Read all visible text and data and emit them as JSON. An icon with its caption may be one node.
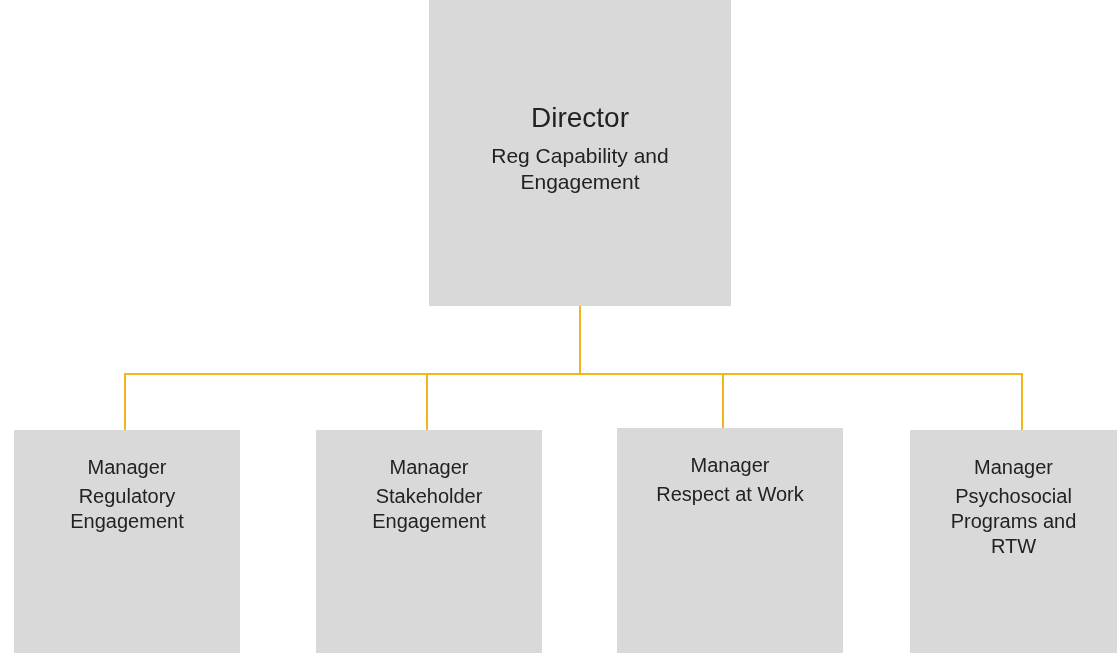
{
  "diagram": {
    "nodes": [
      {
        "text": [
          "Director",
          "Reg Capability and Engagement"
        ]
      },
      {
        "text": [
          "Manager",
          "Regulatory Engagement"
        ]
      },
      {
        "text": [
          "Manager",
          "Stakeholder Engagement"
        ]
      },
      {
        "text": [
          "Manager",
          "Respect at Work"
        ]
      },
      {
        "text": [
          "Manager",
          "Psychosocial Programs and RTW"
        ]
      }
    ],
    "edges": [
      {
        "from": 0,
        "to": 1,
        "arrow": "none"
      },
      {
        "from": 0,
        "to": 2,
        "arrow": "none"
      },
      {
        "from": 0,
        "to": 3,
        "arrow": "none"
      },
      {
        "from": 0,
        "to": 4,
        "arrow": "none"
      }
    ]
  }
}
